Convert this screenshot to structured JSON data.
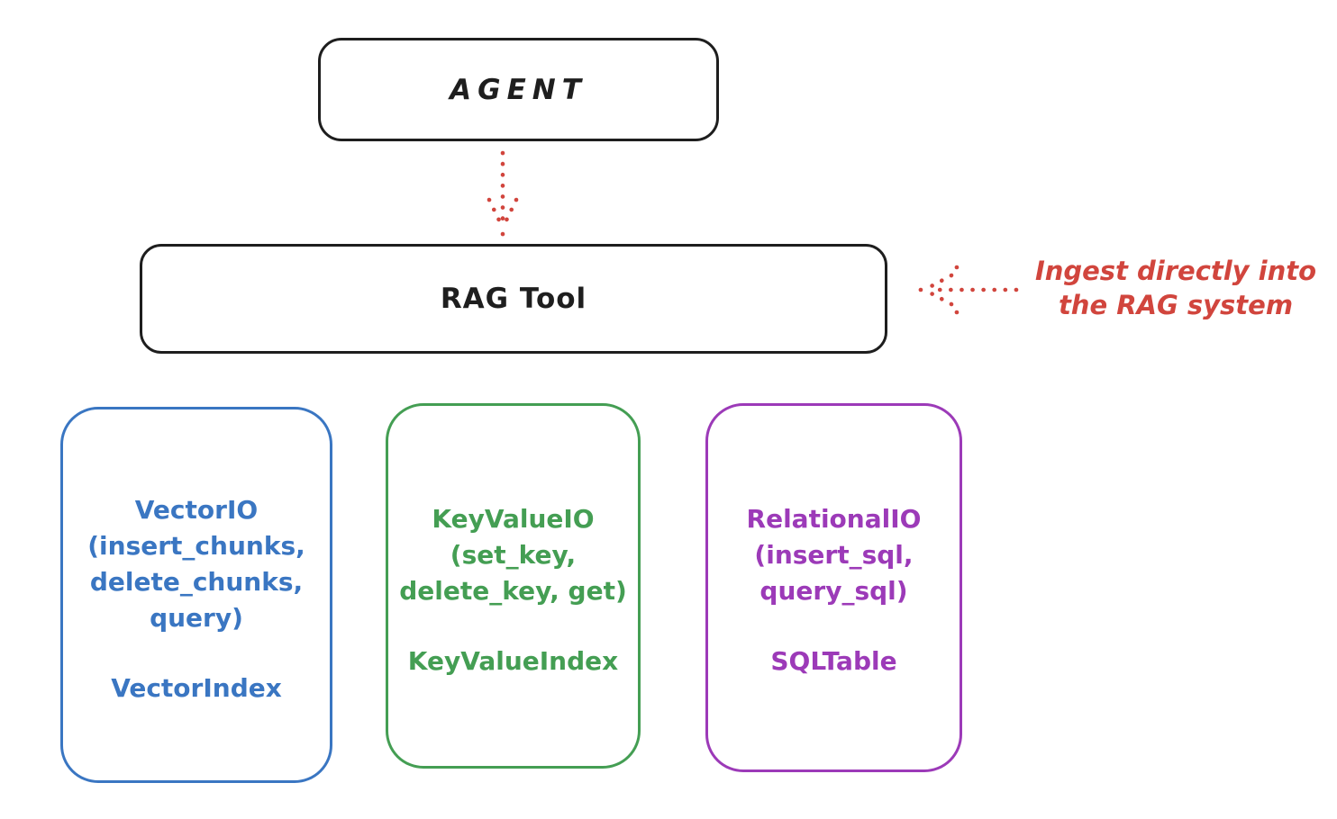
{
  "diagram": {
    "agent_box": {
      "label": "AGENT"
    },
    "rag_box": {
      "label": "RAG Tool"
    },
    "annotation": {
      "text": "Ingest directly into\nthe RAG system",
      "color": "#d1453d"
    },
    "arrows": [
      {
        "name": "agent-to-rag-arrow",
        "style": "dotted",
        "direction": "down",
        "color": "#d1453d"
      },
      {
        "name": "annotation-to-rag-arrow",
        "style": "dotted",
        "direction": "left",
        "color": "#d1453d"
      }
    ],
    "storage_boxes": [
      {
        "name": "vector-io-box",
        "color": "#3a76c2",
        "methods": "VectorIO\n(insert_chunks,\ndelete_chunks,\nquery)",
        "index_label": "VectorIndex"
      },
      {
        "name": "keyvalue-io-box",
        "color": "#449e53",
        "methods": "KeyValueIO\n(set_key,\ndelete_key, get)",
        "index_label": "KeyValueIndex"
      },
      {
        "name": "relational-io-box",
        "color": "#9c3ab8",
        "methods": "RelationalIO\n(insert_sql,\nquery_sql)",
        "index_label": "SQLTable"
      }
    ],
    "colors": {
      "stroke": "#1e1e1e",
      "background": "#ffffff"
    }
  }
}
